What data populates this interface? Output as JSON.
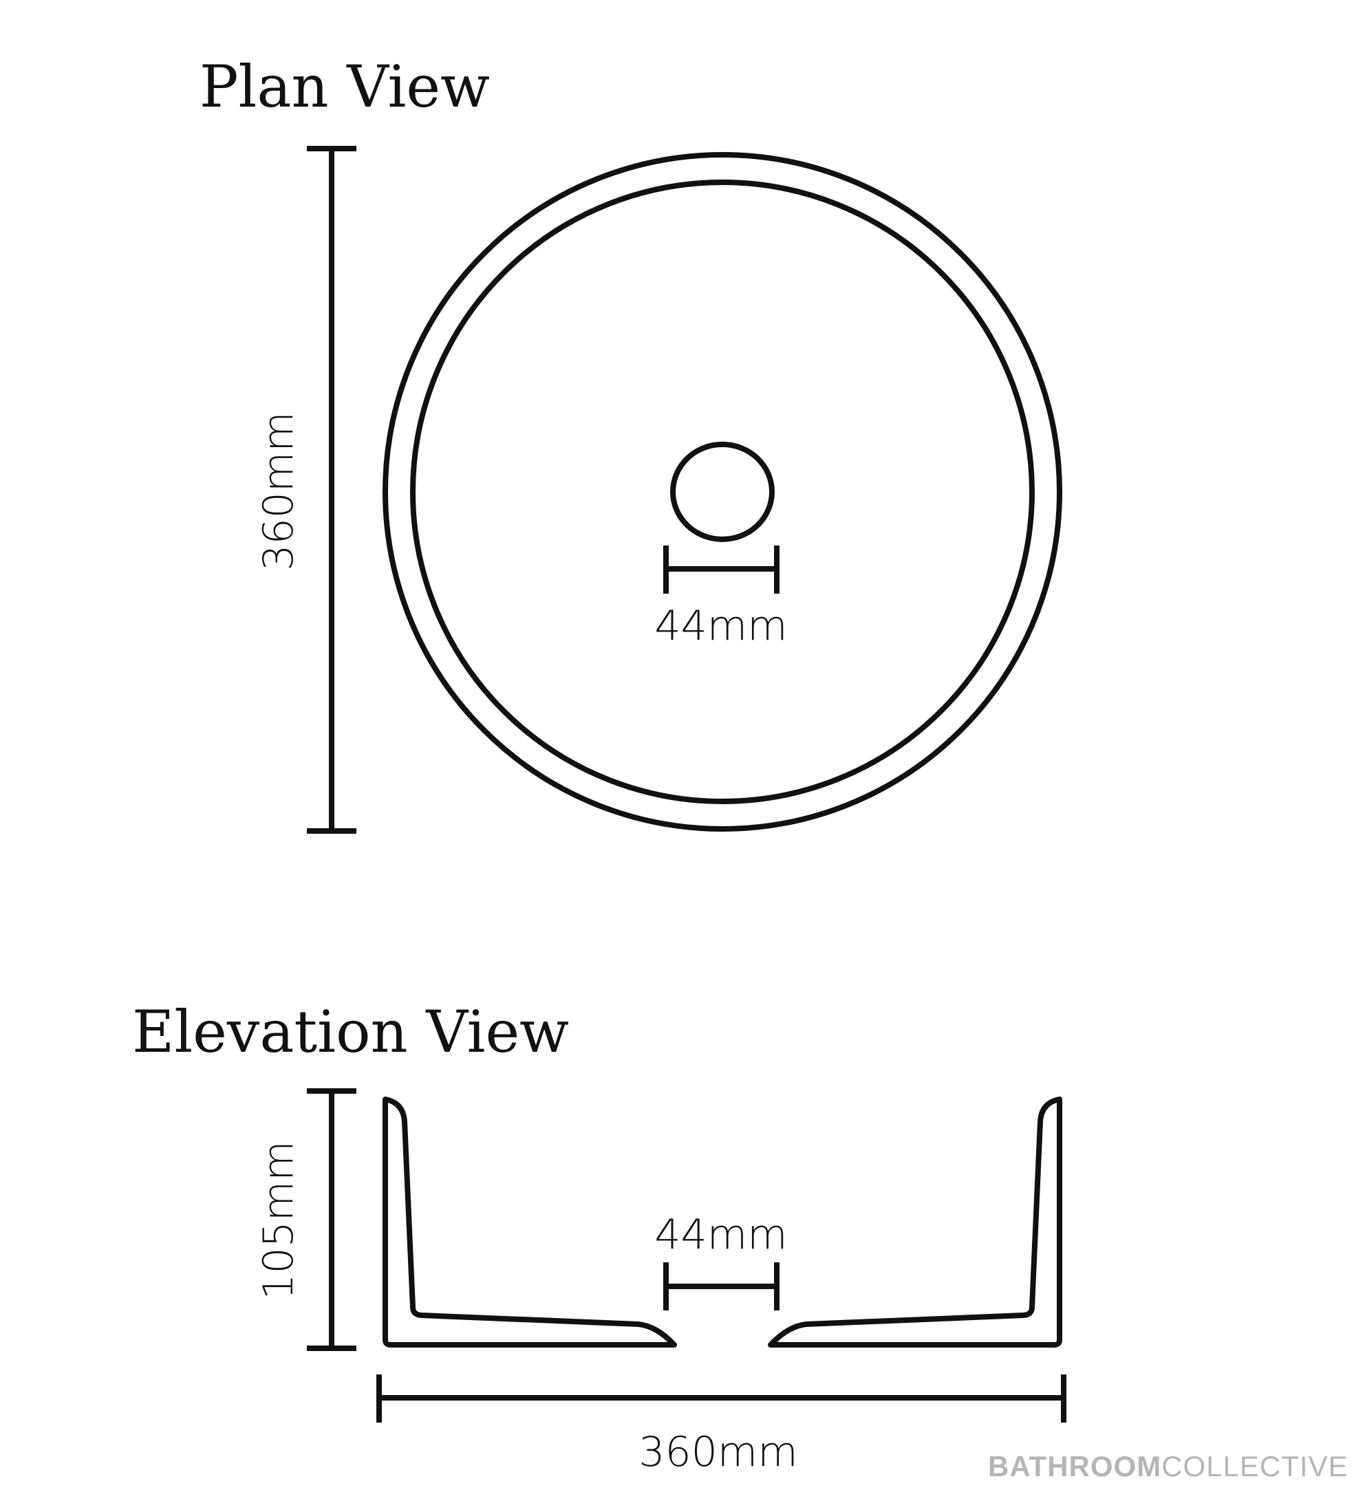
{
  "plan_view": {
    "title": "Plan View",
    "height_label": "360mm",
    "waste_label": "44mm"
  },
  "elevation_view": {
    "title": "Elevation View",
    "height_label": "105mm",
    "waste_label": "44mm",
    "width_label": "360mm"
  },
  "brand": {
    "primary": "BATHROOM",
    "secondary": "COLLECTIVE",
    "color": "#b5b5b5"
  },
  "colors": {
    "line": "#111111",
    "background": "#ffffff"
  }
}
